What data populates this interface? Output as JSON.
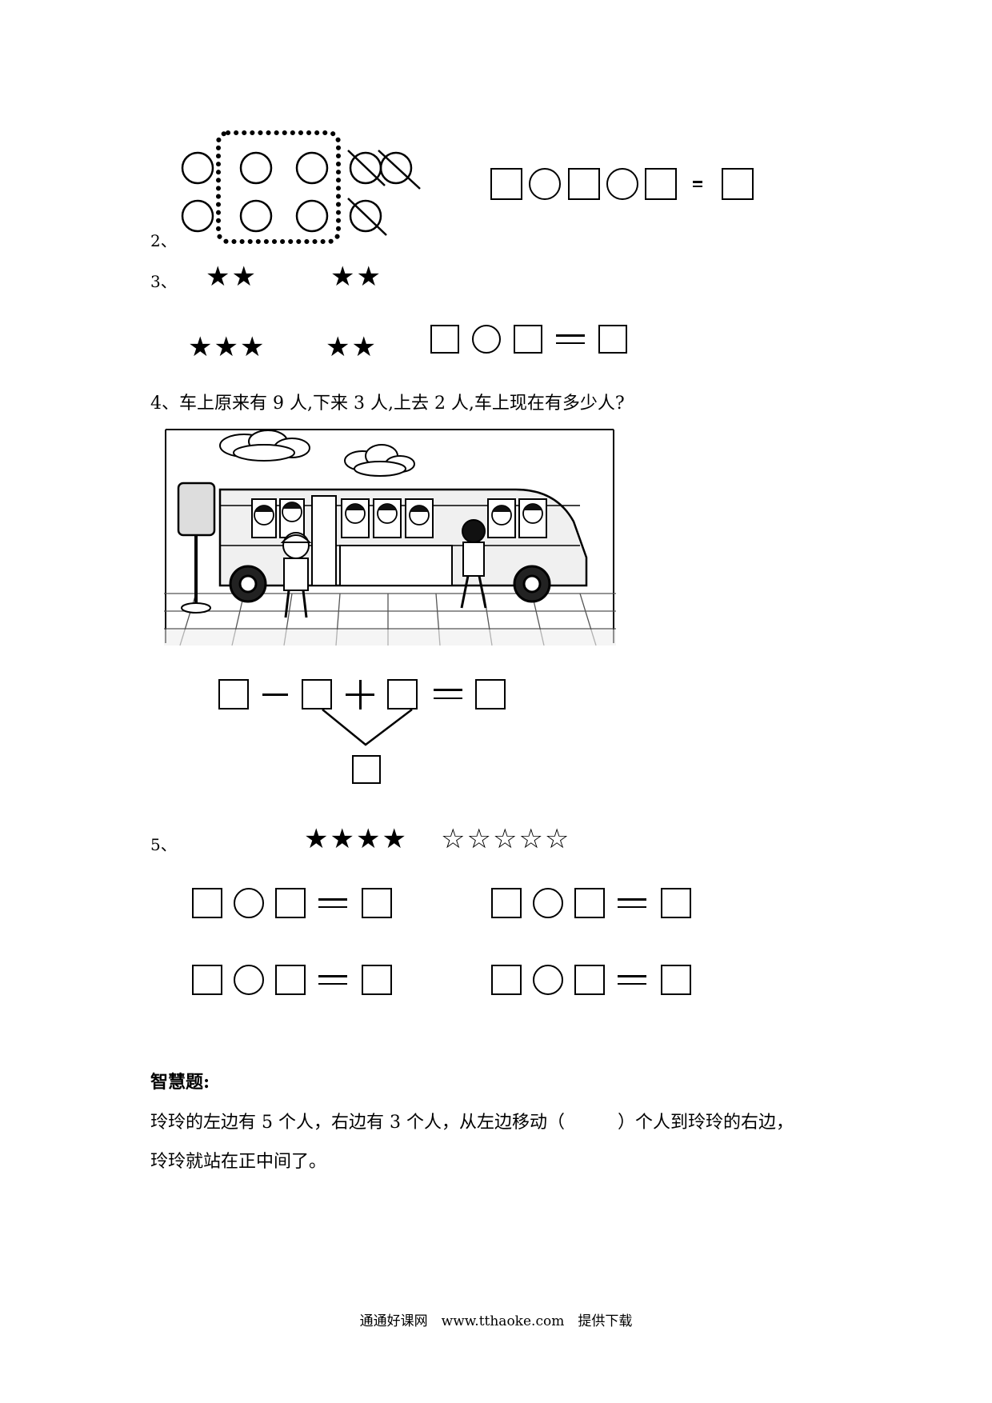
{
  "items": {
    "q2": {
      "number": "2、"
    },
    "q3": {
      "number": "3、",
      "stars_row1_left": "★★",
      "stars_row1_right": "★★",
      "stars_row2_left": "★★★",
      "stars_row2_right": "★★"
    },
    "q4": {
      "text": "4、车上原来有 9 人,下来 3 人,上去 2 人,车上现在有多少人?"
    },
    "q5": {
      "number": "5、",
      "solid_stars": "★★★★",
      "hollow_stars": "☆☆☆☆☆"
    }
  },
  "wisdom": {
    "title": "智慧题:",
    "line1": "玲玲的左边有 5 个人，右边有 3 个人，从左边移动（　　　）个人到玲玲的右边，",
    "line2": "玲玲就站在正中间了。"
  },
  "footer": {
    "text": "通通好课网　www.tthaoke.com　提供下载"
  }
}
